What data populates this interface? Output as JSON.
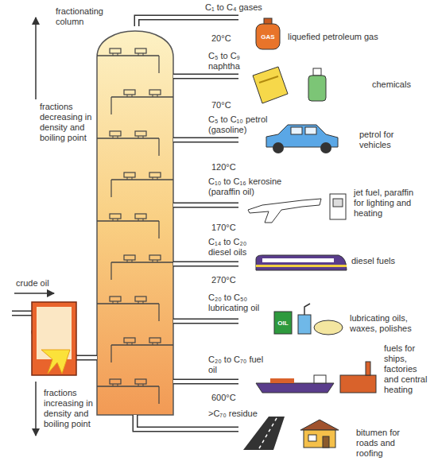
{
  "diagram": {
    "labels": [
      "fractionating column",
      "fractions decreasing in density and boiling point",
      "crude oil",
      "fractions increasing in density and boiling point",
      "C₁ to C₄ gases",
      "20°C",
      "C₅ to C₉ naphtha",
      "70°C",
      "C₅ to C₁₀ petrol (gasoline)",
      "120°C",
      "C₁₀ to C₁₆ kerosine (paraffin oil)",
      "170°C",
      "C₁₄ to C₂₀ diesel oils",
      "270°C",
      "C₂₀ to C₅₀ lubricating oil",
      "C₂₀ to C₇₀ fuel oil",
      "600°C",
      ">C₇₀ residue",
      "liquefied petroleum gas",
      "chemicals",
      "petrol for vehicles",
      "jet fuel, paraffin for lighting and heating",
      "diesel fuels",
      "lubricating oils, waxes, polishes",
      "fuels for ships, factories and central heating",
      "bitumen for roads and roofing",
      "GAS",
      "OIL"
    ]
  }
}
